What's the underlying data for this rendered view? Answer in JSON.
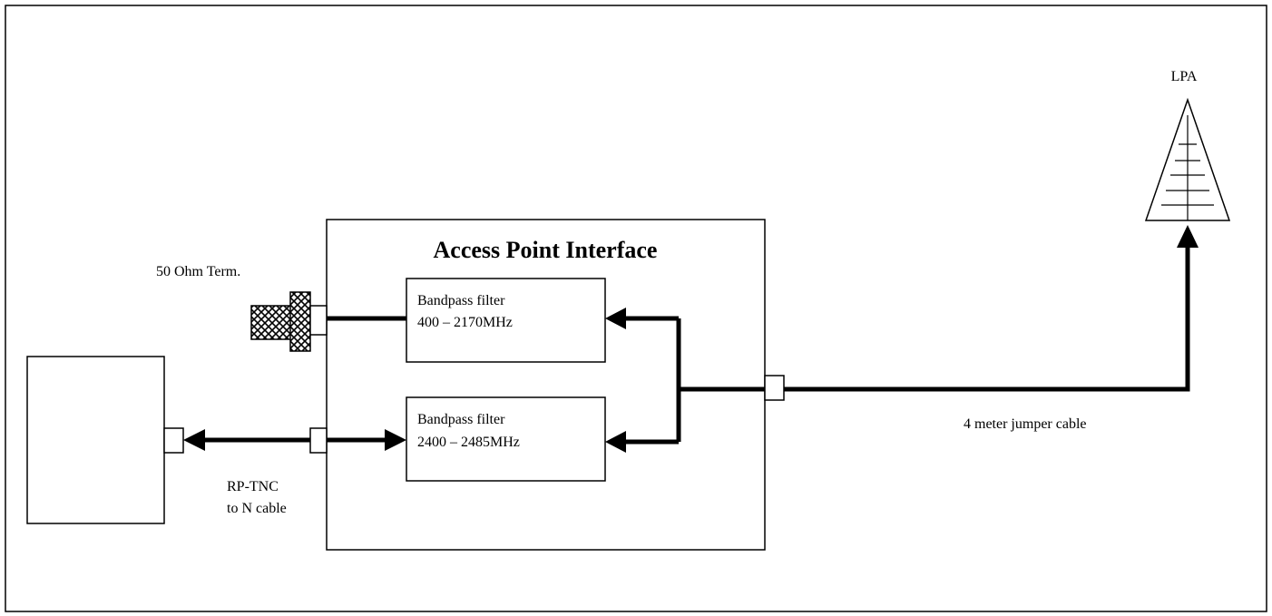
{
  "diagram": {
    "title": "Access Point Interface",
    "filter_top": {
      "line1": "Bandpass filter",
      "line2": "400 – 2170MHz"
    },
    "filter_bottom": {
      "line1": "Bandpass filter",
      "line2": "2400 – 2485MHz"
    },
    "termination_label": "50 Ohm Term.",
    "rp_tnc_label": {
      "line1": "RP-TNC",
      "line2": "to N cable"
    },
    "jumper_label": "4 meter jumper cable",
    "antenna_label": "LPA"
  },
  "colors": {
    "line": "#000000",
    "background": "#ffffff"
  }
}
